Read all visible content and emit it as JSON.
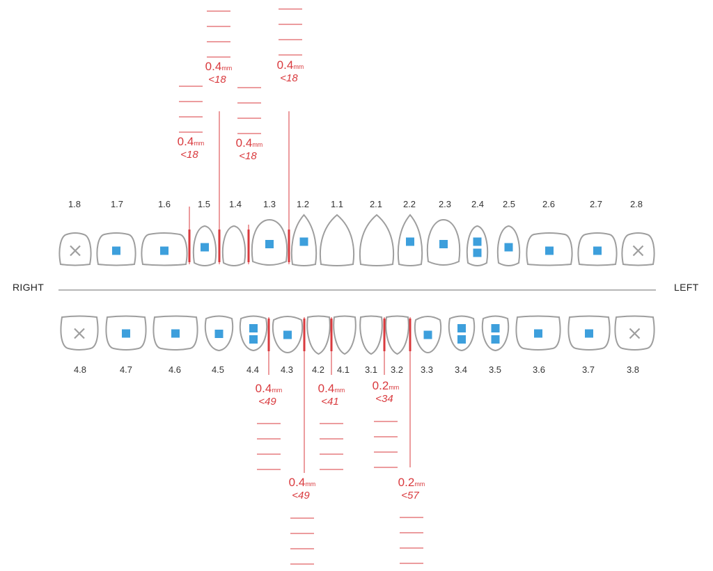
{
  "labels": {
    "right": "RIGHT",
    "left": "LEFT"
  },
  "colors": {
    "outline": "#9e9e9e",
    "attachment": "#3d9fdc",
    "ipr": "#d9393d",
    "text": "#333333"
  },
  "upper_teeth": [
    {
      "id": "1.8",
      "shape": "molar",
      "mark": "missing"
    },
    {
      "id": "1.7",
      "shape": "molar",
      "mark": "attachment"
    },
    {
      "id": "1.6",
      "shape": "molar",
      "mark": "attachment"
    },
    {
      "id": "1.5",
      "shape": "premolar",
      "mark": "attachment"
    },
    {
      "id": "1.4",
      "shape": "premolar",
      "mark": "none"
    },
    {
      "id": "1.3",
      "shape": "canine",
      "mark": "attachment"
    },
    {
      "id": "1.2",
      "shape": "incisor",
      "mark": "attachment"
    },
    {
      "id": "1.1",
      "shape": "incisor",
      "mark": "none"
    },
    {
      "id": "2.1",
      "shape": "incisor",
      "mark": "none"
    },
    {
      "id": "2.2",
      "shape": "incisor",
      "mark": "attachment"
    },
    {
      "id": "2.3",
      "shape": "canine",
      "mark": "attachment"
    },
    {
      "id": "2.4",
      "shape": "premolar",
      "mark": "double-attachment"
    },
    {
      "id": "2.5",
      "shape": "premolar",
      "mark": "attachment"
    },
    {
      "id": "2.6",
      "shape": "molar",
      "mark": "attachment"
    },
    {
      "id": "2.7",
      "shape": "molar",
      "mark": "attachment"
    },
    {
      "id": "2.8",
      "shape": "molar",
      "mark": "missing"
    }
  ],
  "lower_teeth": [
    {
      "id": "4.8",
      "shape": "molar",
      "mark": "missing"
    },
    {
      "id": "4.7",
      "shape": "molar",
      "mark": "attachment"
    },
    {
      "id": "4.6",
      "shape": "molar",
      "mark": "attachment"
    },
    {
      "id": "4.5",
      "shape": "premolar",
      "mark": "attachment"
    },
    {
      "id": "4.4",
      "shape": "premolar",
      "mark": "double-attachment"
    },
    {
      "id": "4.3",
      "shape": "canine",
      "mark": "attachment"
    },
    {
      "id": "4.2",
      "shape": "incisor",
      "mark": "none"
    },
    {
      "id": "4.1",
      "shape": "incisor",
      "mark": "none"
    },
    {
      "id": "3.1",
      "shape": "incisor",
      "mark": "none"
    },
    {
      "id": "3.2",
      "shape": "incisor",
      "mark": "none"
    },
    {
      "id": "3.3",
      "shape": "canine",
      "mark": "attachment"
    },
    {
      "id": "3.4",
      "shape": "premolar",
      "mark": "double-attachment"
    },
    {
      "id": "3.5",
      "shape": "premolar",
      "mark": "double-attachment"
    },
    {
      "id": "3.6",
      "shape": "molar",
      "mark": "attachment"
    },
    {
      "id": "3.7",
      "shape": "molar",
      "mark": "attachment"
    },
    {
      "id": "3.8",
      "shape": "molar",
      "mark": "missing"
    }
  ],
  "ipr": [
    {
      "arch": "upper",
      "between": [
        "1.6",
        "1.5"
      ],
      "amount": "0.4",
      "unit": "mm",
      "stage": "<18"
    },
    {
      "arch": "upper",
      "between": [
        "1.5",
        "1.4"
      ],
      "amount": "0.4",
      "unit": "mm",
      "stage": "<18"
    },
    {
      "arch": "upper",
      "between": [
        "1.4",
        "1.3"
      ],
      "amount": "0.4",
      "unit": "mm",
      "stage": "<18"
    },
    {
      "arch": "upper",
      "between": [
        "1.3",
        "1.2"
      ],
      "amount": "0.4",
      "unit": "mm",
      "stage": "<18"
    },
    {
      "arch": "lower",
      "between": [
        "4.4",
        "4.3"
      ],
      "amount": "0.4",
      "unit": "mm",
      "stage": "<49"
    },
    {
      "arch": "lower",
      "between": [
        "4.3",
        "4.2"
      ],
      "amount": "0.4",
      "unit": "mm",
      "stage": "<49"
    },
    {
      "arch": "lower",
      "between": [
        "4.2",
        "4.1"
      ],
      "amount": "0.4",
      "unit": "mm",
      "stage": "<41"
    },
    {
      "arch": "lower",
      "between": [
        "3.1",
        "3.2"
      ],
      "amount": "0.2",
      "unit": "mm",
      "stage": "<34"
    },
    {
      "arch": "lower",
      "between": [
        "3.2",
        "3.3"
      ],
      "amount": "0.2",
      "unit": "mm",
      "stage": "<57"
    }
  ]
}
